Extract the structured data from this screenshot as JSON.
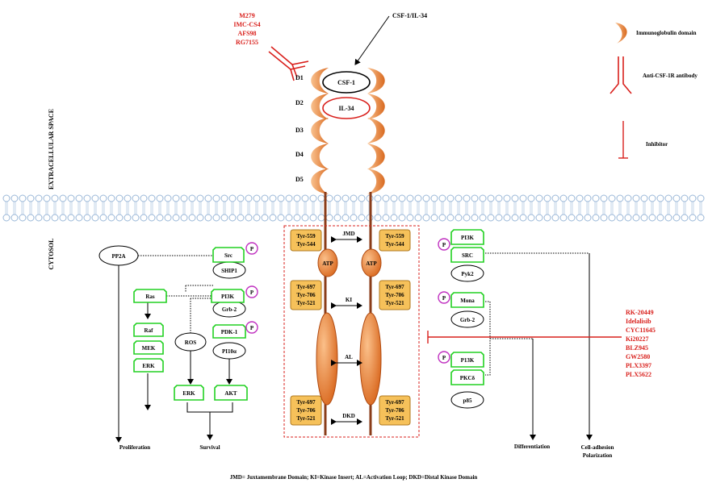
{
  "drugs_antibody": [
    "M279",
    "IMC-CS4",
    "AFS98",
    "RG7155"
  ],
  "ligand_label": "CSF-1/IL-34",
  "ligands": [
    "CSF-1",
    "IL-34"
  ],
  "domains": [
    "D1",
    "D2",
    "D3",
    "D4",
    "D5"
  ],
  "space_labels": {
    "extracellular": "EXTRACELLULAR SPACE",
    "cytosol": "CYTOSOL"
  },
  "legend": {
    "ig_domain": "Immunoglobulin domain",
    "antibody": "Anti-CSF-1R antibody",
    "inhibitor": "Inhibitor"
  },
  "receptor": {
    "tyr_top": [
      "Tyr-559",
      "Tyr-544"
    ],
    "tyr_mid": [
      "Tyr-697",
      "Tyr-706",
      "Tyr-521"
    ],
    "tyr_bot": [
      "Tyr-697",
      "Tyr-706",
      "Tyr-521"
    ],
    "atp": "ATP",
    "regions": [
      "JMD",
      "KI",
      "AL",
      "DKD"
    ]
  },
  "left_pathway": {
    "pp2a": "PP2A",
    "src": "Src",
    "shp1": "SHIP1",
    "pi3k": "PI3K",
    "grb2": "Grb-2",
    "pdk1": "PDK-1",
    "pi10": "PI10α",
    "ros": "ROS",
    "ras": "Ras",
    "raf": "Raf",
    "mek": "MEK",
    "erk1": "ERK",
    "erk2": "ERK",
    "akt": "AKT",
    "p": "P"
  },
  "right_pathway": {
    "pi3k": "PI3K",
    "src": "SRC",
    "pyk2": "Pyk2",
    "mona": "Mona",
    "grb2": "Grb-2",
    "p13k": "P13K",
    "pkcd": "PKCδ",
    "p85": "p85",
    "p": "P"
  },
  "drugs_inhibitor": [
    "RK-20449",
    "Idelalisib",
    "CYC11645",
    "Ki20227",
    "BLZ945",
    "GW2580",
    "PLX3397",
    "PLX5622"
  ],
  "outcomes": {
    "proliferation": "Proliferation",
    "survival": "Survival",
    "differentiation": "Differentiation",
    "adhesion1": "Cell-adhesion",
    "adhesion2": "Polarization"
  },
  "footnote": "JMD= Juxtamembrane Domain; KI=Kinase Insert; AL=Activation Loop; DKD=Distal Kinase Domain",
  "colors": {
    "red": "#d9201c",
    "orange": "#e8782a",
    "tyr_fill": "#f6c15a",
    "green": "#22d122",
    "magenta": "#c030c0",
    "membrane": "#9bb8d8"
  }
}
